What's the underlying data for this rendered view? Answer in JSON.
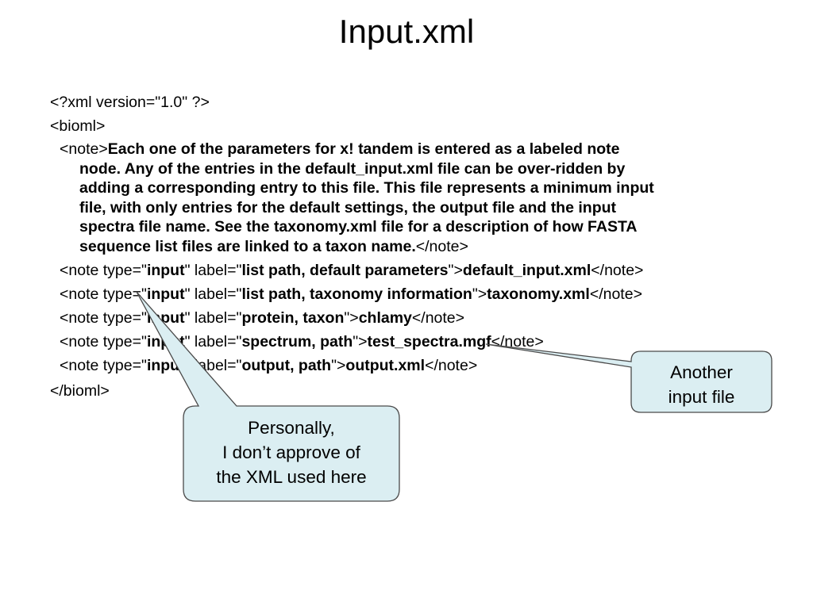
{
  "title": "Input.xml",
  "code": {
    "xml_decl": "<?xml version=\"1.0\" ?>",
    "bioml_open": "<bioml>",
    "note_intro": {
      "open_tag": "<note>",
      "line1": "Each one of the parameters for x! tandem is entered as a labeled note",
      "lines": [
        "node. Any of the entries in the default_input.xml file can be over-ridden by",
        "adding a corresponding entry to this file. This file represents a minimum input",
        "file, with only entries for the default settings, the output file and the input",
        "spectra file name. See the taxonomy.xml file for a description of how FASTA",
        "sequence list files are linked to a taxon name."
      ],
      "close_tag": "</note>"
    },
    "notes": [
      {
        "type": "input",
        "label": "list path, default parameters",
        "value": "default_input.xml"
      },
      {
        "type": "input",
        "label": "list path, taxonomy information",
        "value": "taxonomy.xml"
      },
      {
        "type": "input",
        "label": "protein, taxon",
        "value": "chlamy"
      },
      {
        "type": "input",
        "label": "spectrum, path",
        "value": "test_spectra.mgf"
      },
      {
        "type": "input",
        "label": "output, path",
        "value": "output.xml"
      }
    ],
    "note_type_prefix": "<note type=\"",
    "label_prefix": "\" label=\"",
    "value_prefix": "\">",
    "note_close": "</note>",
    "bioml_close": "</bioml>"
  },
  "callouts": {
    "personally": {
      "lines": [
        "Personally,",
        "I don’t approve of",
        "the XML used here"
      ]
    },
    "another": {
      "lines": [
        "Another",
        "input file"
      ]
    }
  },
  "colors": {
    "callout_fill": "#dbeef2",
    "callout_stroke": "#4a4a4a",
    "text": "#000000",
    "background": "#ffffff"
  }
}
